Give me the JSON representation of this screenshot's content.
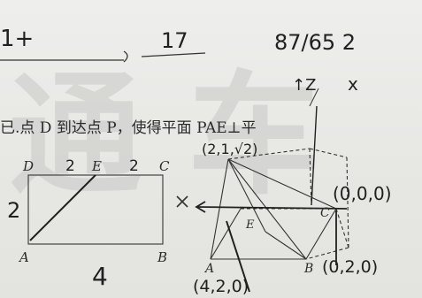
{
  "watermark": {
    "text": "通 车"
  },
  "problem_line": "已.点 D 到达点 P，使得平面 PAE⊥平",
  "handwriting": {
    "top_left": "1+",
    "top_answer": "17",
    "top_right": "87/65 2",
    "z_axis": "↑Z",
    "xyz_label": "x",
    "coord_p": "(2,1,√2)",
    "coord_c": "(0,0,0)",
    "coord_b": "(0,2,0)",
    "coord_a": "(4,2,0)",
    "side_ad": "2",
    "seg_de": "2",
    "seg_ec": "2",
    "side_ab": "4"
  },
  "rect_labels": {
    "D": "D",
    "E": "E",
    "C": "C",
    "A": "A",
    "B": "B"
  },
  "solid_labels": {
    "E": "E",
    "C": "C",
    "A": "A",
    "B": "B"
  }
}
